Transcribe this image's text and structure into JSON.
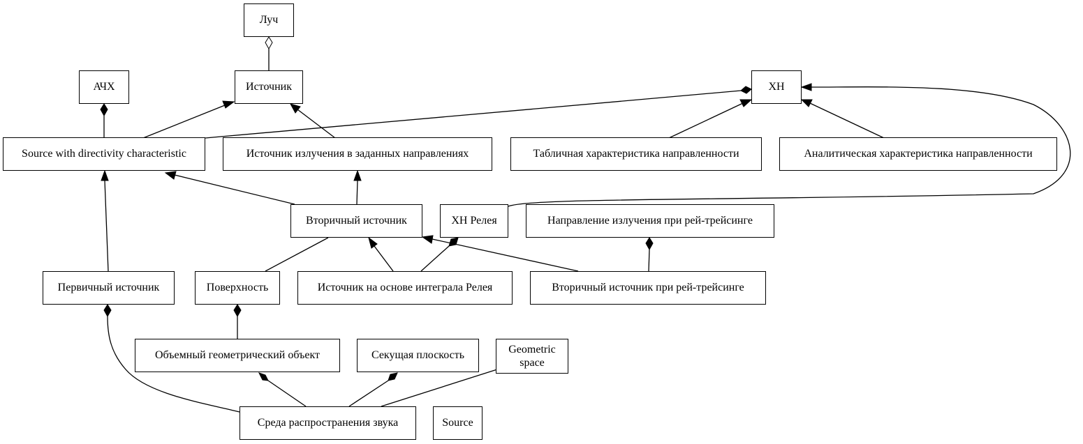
{
  "nodes": {
    "luch": "Луч",
    "istochnik": "Источник",
    "achh": "АЧХ",
    "hn": "ХН",
    "source_dir": "Source with directivity characteristic",
    "istochnik_napr": "Источник излучения в заданных направлениях",
    "tabl": "Табличная характеристика направленности",
    "analit": "Аналитическая характеристика направленности",
    "vtorichny": "Вторичный источник",
    "hn_releya": "ХН Релея",
    "napr_rt": "Направление излучения при рей-трейсинге",
    "pervichny": "Первичный источник",
    "poverhnost": "Поверхность",
    "integral": "Источник на основе интеграла Релея",
    "vtorichny_rt": "Вторичный источник при рей-трейсинге",
    "obyemny": "Объемный геометрический объект",
    "sekushaya": "Секущая плоскость",
    "geometric_space": "Geometric space",
    "sreda": "Среда распространения звука",
    "source": "Source"
  }
}
